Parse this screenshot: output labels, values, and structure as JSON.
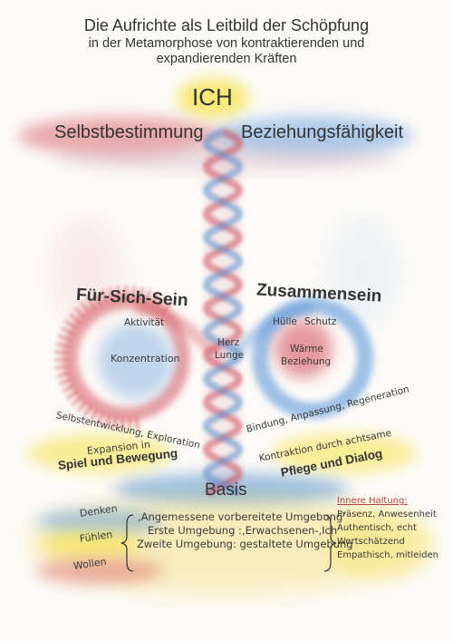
{
  "header": {
    "title": "Die Aufrichte als Leitbild der Schöpfung",
    "subtitle_line1": "in der Metamorphose von kontraktierenden und",
    "subtitle_line2": "expandierenden Kräften"
  },
  "top": {
    "ich": "ICH",
    "selbstbestimmung": "Selbstbestimmung",
    "beziehungsfaehigkeit": "Beziehungsfähigkeit"
  },
  "left_loop": {
    "title": "Für-Sich-Sein",
    "aktivitaet": "Aktivität",
    "konzentration": "Konzentration",
    "arc_text": "Selbstentwicklung, Exploration",
    "expansion": "Expansion in",
    "spiel": "Spiel und Bewegung"
  },
  "center": {
    "herz": "Herz",
    "lunge": "Lunge",
    "basis": "Basis"
  },
  "right_loop": {
    "title": "Zusammensein",
    "huelle": "Hülle",
    "schutz": "Schutz",
    "waerme": "Wärme",
    "beziehung": "Beziehung",
    "arc_text": "Bindung, Anpassung, Regeneration",
    "kontraktion": "Kontraktion durch achtsame",
    "pflege": "Pflege und Dialog"
  },
  "bottom": {
    "left_labels": [
      "Denken",
      "Fühlen",
      "Wollen"
    ],
    "center_lines": [
      "‚Angemessene vorbereitete Umgebung‘",
      "Erste Umgebung :‚Erwachsenen-‚Ich‘",
      "Zweite Umgebung: gestaltete Umgebung"
    ],
    "right_heading": "Innere Haltung:",
    "right_lines": [
      "Präsenz, Anwesenheit",
      "Authentisch, echt",
      "Wertschätzend",
      "Empathisch, mitleiden"
    ]
  },
  "colors": {
    "red": "#d04a52",
    "blue": "#4d8fd6",
    "yellow": "#f2dc3a"
  }
}
